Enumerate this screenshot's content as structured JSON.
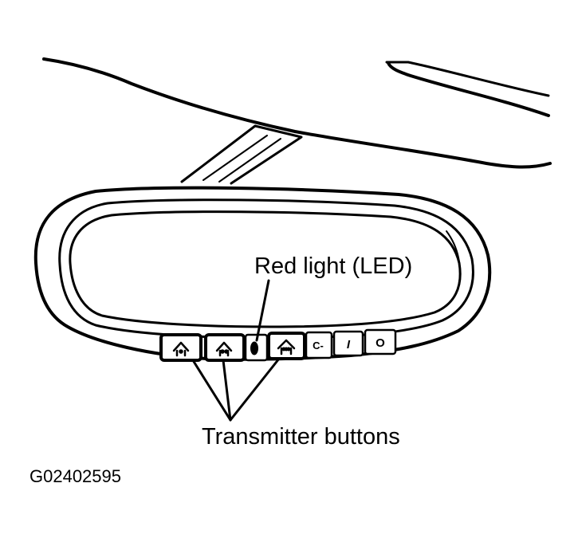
{
  "labels": {
    "led": "Red light (LED)",
    "transmitter": "Transmitter buttons",
    "figure_id": "G02402595"
  },
  "buttons": {
    "compass": "C-",
    "on": "I",
    "off": "O"
  },
  "colors": {
    "line": "#000000",
    "background": "#ffffff"
  }
}
